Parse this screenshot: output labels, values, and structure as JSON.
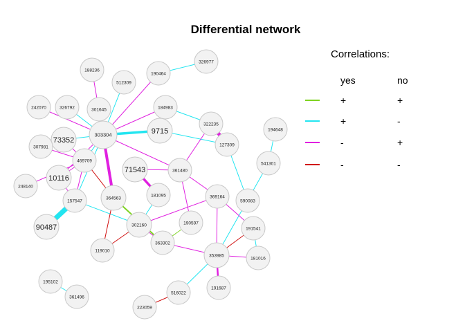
{
  "title": "Differential network",
  "legend": {
    "title": "Correlations:",
    "col_yes": "yes",
    "col_no": "no",
    "rows": [
      {
        "color": "#7ed321",
        "yes": "+",
        "no": "+"
      },
      {
        "color": "#22e5f0",
        "yes": "+",
        "no": "-"
      },
      {
        "color": "#e020e0",
        "yes": "-",
        "no": "+"
      },
      {
        "color": "#d01010",
        "yes": "-",
        "no": "-"
      }
    ]
  },
  "nodes": [
    {
      "id": "326977"
    },
    {
      "id": "190464"
    },
    {
      "id": "188236"
    },
    {
      "id": "512309"
    },
    {
      "id": "242070"
    },
    {
      "id": "326792"
    },
    {
      "id": "301645"
    },
    {
      "id": "184983"
    },
    {
      "id": "322235"
    },
    {
      "id": "194648"
    },
    {
      "id": "73352"
    },
    {
      "id": "303304"
    },
    {
      "id": "9715"
    },
    {
      "id": "127309"
    },
    {
      "id": "307981"
    },
    {
      "id": "469709"
    },
    {
      "id": "541301"
    },
    {
      "id": "71543"
    },
    {
      "id": "361480"
    },
    {
      "id": "10116"
    },
    {
      "id": "248140"
    },
    {
      "id": "157547"
    },
    {
      "id": "364563"
    },
    {
      "id": "181095"
    },
    {
      "id": "369164"
    },
    {
      "id": "590083"
    },
    {
      "id": "190597"
    },
    {
      "id": "90487"
    },
    {
      "id": "302160"
    },
    {
      "id": "191541"
    },
    {
      "id": "363302"
    },
    {
      "id": "119010"
    },
    {
      "id": "353985"
    },
    {
      "id": "181016"
    },
    {
      "id": "195102"
    },
    {
      "id": "361496"
    },
    {
      "id": "516022"
    },
    {
      "id": "191687"
    },
    {
      "id": "223059"
    }
  ],
  "edges": [
    {
      "from": "190464",
      "to": "326977",
      "type": "+/-"
    },
    {
      "from": "303304",
      "to": "190464",
      "type": "-/+"
    },
    {
      "from": "303304",
      "to": "188236",
      "type": "-/+"
    },
    {
      "from": "303304",
      "to": "512309",
      "type": "+/-"
    },
    {
      "from": "303304",
      "to": "326792",
      "type": "+/-"
    },
    {
      "from": "303304",
      "to": "301645",
      "type": "-/+"
    },
    {
      "from": "303304",
      "to": "184983",
      "type": "-/+"
    },
    {
      "from": "303304",
      "to": "9715",
      "type": "+/-"
    },
    {
      "from": "303304",
      "to": "242070",
      "type": "-/+"
    },
    {
      "from": "303304",
      "to": "73352",
      "type": "+/-"
    },
    {
      "from": "303304",
      "to": "469709",
      "type": "+/-"
    },
    {
      "from": "303304",
      "to": "364563",
      "type": "-/+"
    },
    {
      "from": "303304",
      "to": "157547",
      "type": "+/-"
    },
    {
      "from": "303304",
      "to": "361480",
      "type": "-/+"
    },
    {
      "from": "303304",
      "to": "10116",
      "type": "-/+"
    },
    {
      "from": "9715",
      "to": "127309",
      "type": "+/-"
    },
    {
      "from": "322235",
      "to": "127309",
      "type": "-/+"
    },
    {
      "from": "322235",
      "to": "184983",
      "type": "+/-"
    },
    {
      "from": "322235",
      "to": "361480",
      "type": "-/+"
    },
    {
      "from": "127309",
      "to": "590083",
      "type": "+/-"
    },
    {
      "from": "194648",
      "to": "541301",
      "type": "+/-"
    },
    {
      "from": "541301",
      "to": "353985",
      "type": "+/-"
    },
    {
      "from": "73352",
      "to": "469709",
      "type": "-/+"
    },
    {
      "from": "73352",
      "to": "307981",
      "type": "+/-"
    },
    {
      "from": "307981",
      "to": "469709",
      "type": "-/+"
    },
    {
      "from": "469709",
      "to": "248140",
      "type": "-/+"
    },
    {
      "from": "469709",
      "to": "10116",
      "type": "-/+"
    },
    {
      "from": "469709",
      "to": "157547",
      "type": "-/+"
    },
    {
      "from": "469709",
      "to": "364563",
      "type": "-/-"
    },
    {
      "from": "10116",
      "to": "157547",
      "type": "-/+"
    },
    {
      "from": "157547",
      "to": "90487",
      "type": "+/-"
    },
    {
      "from": "157547",
      "to": "302160",
      "type": "+/-"
    },
    {
      "from": "71543",
      "to": "181095",
      "type": "-/+"
    },
    {
      "from": "71543",
      "to": "361480",
      "type": "-/+"
    },
    {
      "from": "364563",
      "to": "363302",
      "type": "+/+"
    },
    {
      "from": "364563",
      "to": "119010",
      "type": "-/-"
    },
    {
      "from": "361480",
      "to": "190597",
      "type": "-/+"
    },
    {
      "from": "361480",
      "to": "369164",
      "type": "-/+"
    },
    {
      "from": "181095",
      "to": "302160",
      "type": "+/-"
    },
    {
      "from": "302160",
      "to": "369164",
      "type": "-/+"
    },
    {
      "from": "302160",
      "to": "119010",
      "type": "-/-"
    },
    {
      "from": "302160",
      "to": "363302",
      "type": "-/+"
    },
    {
      "from": "363302",
      "to": "190597",
      "type": "+/+"
    },
    {
      "from": "363302",
      "to": "353985",
      "type": "-/+"
    },
    {
      "from": "369164",
      "to": "191541",
      "type": "-/+"
    },
    {
      "from": "369164",
      "to": "353985",
      "type": "-/+"
    },
    {
      "from": "191541",
      "to": "353985",
      "type": "-/-"
    },
    {
      "from": "191541",
      "to": "181016",
      "type": "+/-"
    },
    {
      "from": "353985",
      "to": "181016",
      "type": "-/+"
    },
    {
      "from": "353985",
      "to": "191687",
      "type": "-/+"
    },
    {
      "from": "353985",
      "to": "516022",
      "type": "+/-"
    },
    {
      "from": "516022",
      "to": "223059",
      "type": "-/-"
    },
    {
      "from": "195102",
      "to": "361496",
      "type": "+/-"
    }
  ]
}
